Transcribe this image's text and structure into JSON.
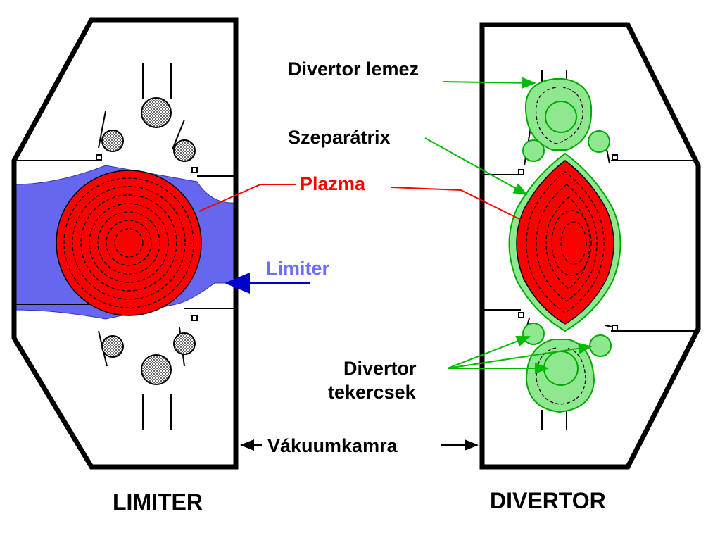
{
  "labels": {
    "divertor_lemez": "Divertor lemez",
    "szeparatrix": "Szeparátrix",
    "plazma": "Plazma",
    "limiter": "Limiter",
    "divertor_tekercsek_line1": "Divertor",
    "divertor_tekercsek_line2": "tekercsek",
    "vakuumkamra": "Vákuumkamra",
    "panel_left_caption": "LIMITER",
    "panel_right_caption": "DIVERTOR"
  },
  "colors": {
    "plasma": "#ff0000",
    "limiter": "#6666ee",
    "limiter_arrow": "#0000cc",
    "limiter_text": "#6d6dff",
    "divertor_green": "#8fe88f",
    "green_line": "#00bb00",
    "outline": "#000000"
  }
}
